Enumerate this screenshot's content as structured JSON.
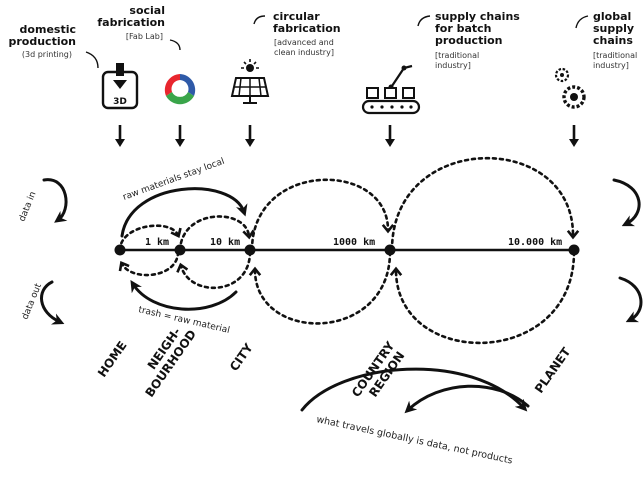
{
  "headers": [
    {
      "title_lines": [
        "domestic",
        "production"
      ],
      "sub_lines": [
        "(3d printing)"
      ]
    },
    {
      "title_lines": [
        "social",
        "fabrication"
      ],
      "sub_lines": [
        "[Fab Lab]"
      ]
    },
    {
      "title_lines": [
        "circular",
        "fabrication"
      ],
      "sub_lines": [
        "[advanced and",
        "clean industry]"
      ]
    },
    {
      "title_lines": [
        "supply chains",
        "for batch",
        "production"
      ],
      "sub_lines": [
        "[traditional",
        "industry]"
      ]
    },
    {
      "title_lines": [
        "global",
        "supply",
        "chains"
      ],
      "sub_lines": [
        "[traditional",
        "industry]"
      ]
    }
  ],
  "icon_labels": {
    "printer": "3D"
  },
  "distances": [
    "1 km",
    "10 km",
    "1000 km",
    "10.000 km"
  ],
  "curve_labels": {
    "top": "raw materials stay local",
    "bottom": "trash = raw material"
  },
  "side_labels": {
    "data_in": "data in",
    "data_out": "data out"
  },
  "places": [
    {
      "lines": [
        "HOME"
      ]
    },
    {
      "lines": [
        "NEIGH-",
        "BOURHOOD"
      ]
    },
    {
      "lines": [
        "CITY"
      ]
    },
    {
      "lines": [
        "COUNTRY",
        "REGION"
      ]
    },
    {
      "lines": [
        "PLANET"
      ]
    }
  ],
  "bottom_label": "what travels globally is data, not products",
  "colors": {
    "ink": "#111111",
    "fablab_red": "#e8262e",
    "fablab_green": "#3aa54a",
    "fablab_blue": "#2f5aa8"
  }
}
